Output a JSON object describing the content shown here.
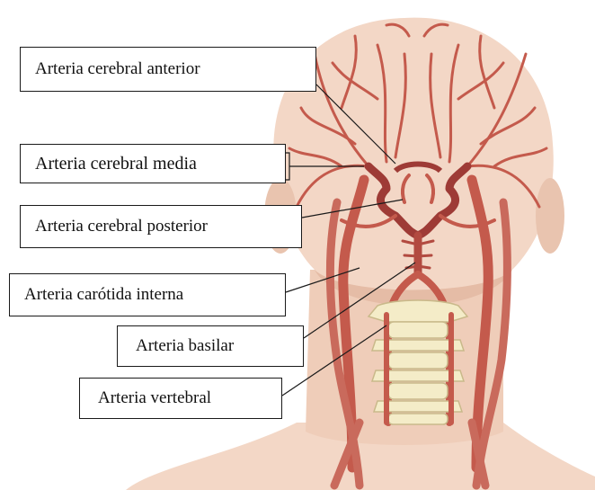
{
  "labels": {
    "anterior": "Arteria cerebral anterior",
    "media": "Arteria cerebral media",
    "posterior": "Arteria cerebral posterior",
    "carotida": "Arteria carótida interna",
    "basilar": "Arteria basilar",
    "vertebral": "Arteria vertebral"
  },
  "colors": {
    "skin": "#f3d7c6",
    "skin_shadow": "#e5bca6",
    "artery": "#c45a4c",
    "artery_dark": "#9e3b36",
    "vertebra": "#f4ecc8",
    "vertebra_outline": "#c9b98a",
    "leader": "#1a1a1a"
  }
}
